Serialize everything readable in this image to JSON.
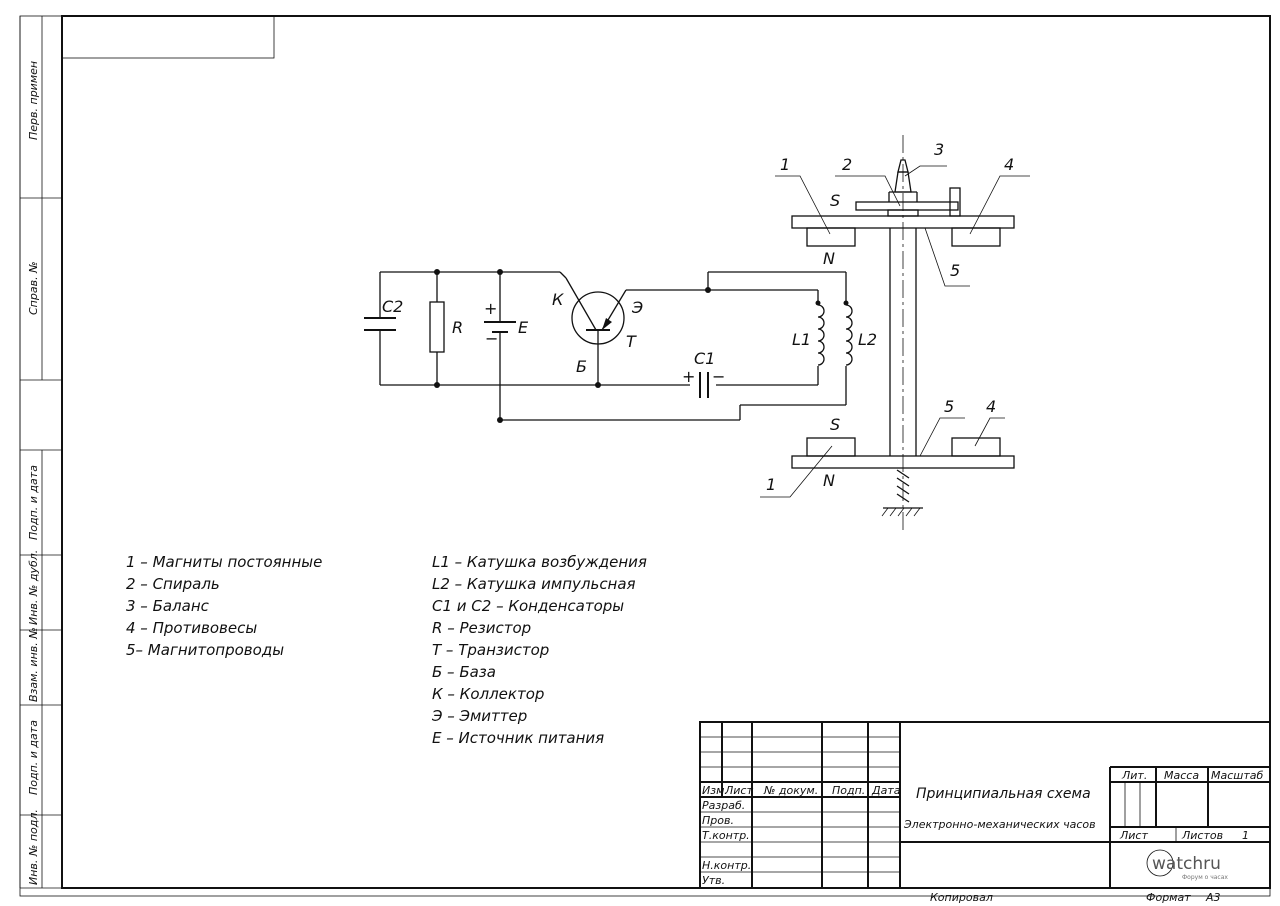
{
  "side_labels": {
    "perv_primen": "Перв. примен",
    "sprav_no": "Справ. №",
    "podp_data_1": "Подп. и дата",
    "inv_dubl": "Инв. № дубл.",
    "vzam_inv": "Взам. инв. №",
    "podp_data_2": "Подп. и дата",
    "inv_podl": "Инв. № подл."
  },
  "diagram_labels": {
    "c2": "C2",
    "r": "R",
    "plus_e": "+",
    "minus_e": "−",
    "e": "E",
    "k": "К",
    "em": "Э",
    "t": "T",
    "b": "Б",
    "c1": "C1",
    "plus_c1": "+",
    "minus_c1": "−",
    "l1": "L1",
    "l2": "L2",
    "s_top": "S",
    "n_top": "N",
    "s_bottom": "S",
    "n_bottom": "N",
    "num1_top": "1",
    "num2_top": "2",
    "num3_top": "3",
    "num4_top": "4",
    "num5_top": "5",
    "num1_bottom": "1",
    "num5_bottom": "5",
    "num4_bottom": "4"
  },
  "legend_left": [
    "1 – Магниты постоянные",
    "2 – Спираль",
    "3 – Баланс",
    "4 – Противовесы",
    "5– Магнитопроводы"
  ],
  "legend_right": [
    "L1 – Катушка возбуждения",
    "L2 – Катушка импульсная",
    "C1 и C2 – Конденсаторы",
    "R – Резистор",
    "T – Транзистор",
    "Б – База",
    "К – Коллектор",
    "Э – Эмиттер",
    "E – Источник питания"
  ],
  "title_block": {
    "col_izm": "Изм.",
    "col_list": "Лист",
    "col_docum": "№ докум.",
    "col_podp": "Подп.",
    "col_data": "Дата",
    "razrab": "Разраб.",
    "prov": "Пров.",
    "tkontr": "Т.контр.",
    "nkontr": "Н.контр.",
    "utv": "Утв.",
    "title_1": "Принципиальная схема",
    "title_2": "Электронно-механических часов",
    "lit": "Лит.",
    "massa": "Масса",
    "masshtab": "Масштаб",
    "list": "Лист",
    "listov": "Листов",
    "listov_value": "1",
    "logo_text": "watchru",
    "logo_sub": "Форум о часах",
    "kopiroval": "Копировал",
    "format": "Формат",
    "format_value": "А3"
  }
}
